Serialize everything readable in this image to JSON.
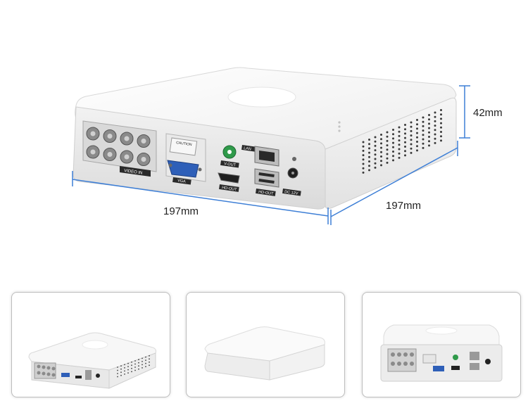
{
  "dimensions": {
    "width_label": "197mm",
    "depth_label": "197mm",
    "height_label": "42mm"
  },
  "rear_panel_labels": {
    "video_in": "VIDEO IN",
    "vga": "VGA",
    "caution": "CAUTION",
    "v_out": "V-OUT",
    "hd_out": "HD-OUT",
    "lan": "LAN",
    "dc": "DC 12V"
  },
  "thumbnails": [
    {
      "view": "angled-rear"
    },
    {
      "view": "angled-front"
    },
    {
      "view": "straight-rear"
    }
  ],
  "colors": {
    "dimension_line": "#3e7fd6",
    "device_body": "#f3f3f3",
    "port_metal": "#8a8a8a",
    "vga_blue": "#2e5fb8",
    "v_out_green": "#2f9a4a"
  }
}
